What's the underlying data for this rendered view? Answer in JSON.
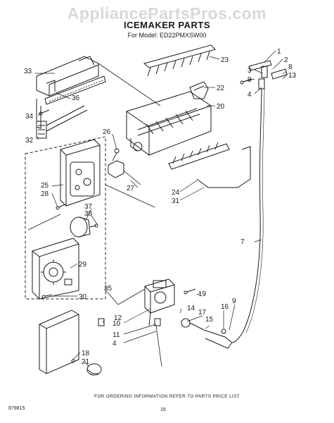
{
  "watermark": "AppliancePartsPros.com",
  "title": "ICEMAKER PARTS",
  "subtitle": "For Model: ED22PMXSW00",
  "footer": {
    "order_info": "FOR ORDERING INFORMATION REFER TO PARTS PRICE LIST",
    "code": "879815",
    "page": "16"
  },
  "callouts": {
    "c1": "1",
    "c2": "2",
    "c3": "3",
    "c4a": "4",
    "c4b": "4",
    "c7": "7",
    "c8": "8",
    "c9a": "9",
    "c9b": "9",
    "c10": "10",
    "c11": "11",
    "c12": "12",
    "c13": "13",
    "c14": "14",
    "c15": "15",
    "c16": "16",
    "c17": "17",
    "c18": "18",
    "c19": "19",
    "c20": "20",
    "c21": "21",
    "c22": "22",
    "c23": "23",
    "c24": "24",
    "c25": "25",
    "c26": "26",
    "c27": "27",
    "c28": "28",
    "c29": "29",
    "c30": "30",
    "c31": "31",
    "c32": "32",
    "c33": "33",
    "c34": "34",
    "c35": "35",
    "c36": "36",
    "c37": "37",
    "c38": "38"
  }
}
